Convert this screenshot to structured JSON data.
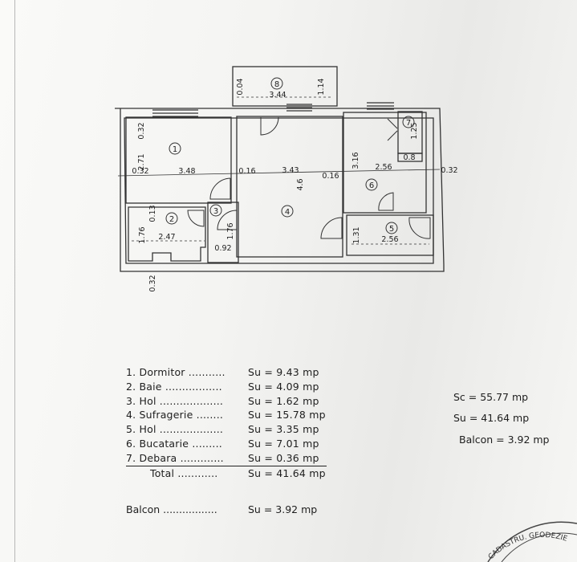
{
  "plan": {
    "rooms": [
      "1",
      "2",
      "3",
      "4",
      "5",
      "6",
      "7",
      "8"
    ],
    "dims": {
      "balcony_w": "3.44",
      "balcony_left": "0.04",
      "balcony_h": "1.14",
      "r1_top": "0.32",
      "r1_h": "2.71",
      "r1_left": "0.32",
      "r1_w": "3.48",
      "r4_left": "0.16",
      "r4_w": "3.43",
      "r4_right": "0.16",
      "r4_h": "4.6",
      "r6_h": "3.16",
      "r6_w": "2.56",
      "r7_w": "0.8",
      "r7_h": "1.25",
      "right_wall": "0.32",
      "r2_top": "0.13",
      "r2_h": "1.76",
      "r2_w": "2.47",
      "r3_h": "1.76",
      "r3_w": "0.92",
      "r5_h": "1.31",
      "r5_w": "2.56",
      "bottom_wall": "0.32"
    }
  },
  "rooms_list": [
    {
      "name": "1. Dormitor ...........",
      "value": "Su = 9.43 mp"
    },
    {
      "name": "2. Baie .................",
      "value": "Su = 4.09 mp"
    },
    {
      "name": "3. Hol ...................",
      "value": "Su = 1.62 mp"
    },
    {
      "name": "4. Sufragerie ........",
      "value": "Su = 15.78 mp"
    },
    {
      "name": "5. Hol ...................",
      "value": "Su = 3.35 mp"
    },
    {
      "name": "6. Bucatarie .........",
      "value": "Su = 7.01 mp"
    },
    {
      "name": "7. Debara .............",
      "value": "Su = 0.36 mp"
    }
  ],
  "total": {
    "name": "Total ............",
    "value": "Su = 41.64 mp"
  },
  "balcon": {
    "name": "Balcon .................",
    "value": "Su = 3.92 mp"
  },
  "summary": {
    "sc": "Sc = 55.77 mp",
    "su": "Su = 41.64 mp",
    "balcon": "Balcon = 3.92 mp"
  },
  "stamp": {
    "text": "CADASTRU. GEODEZIE"
  }
}
